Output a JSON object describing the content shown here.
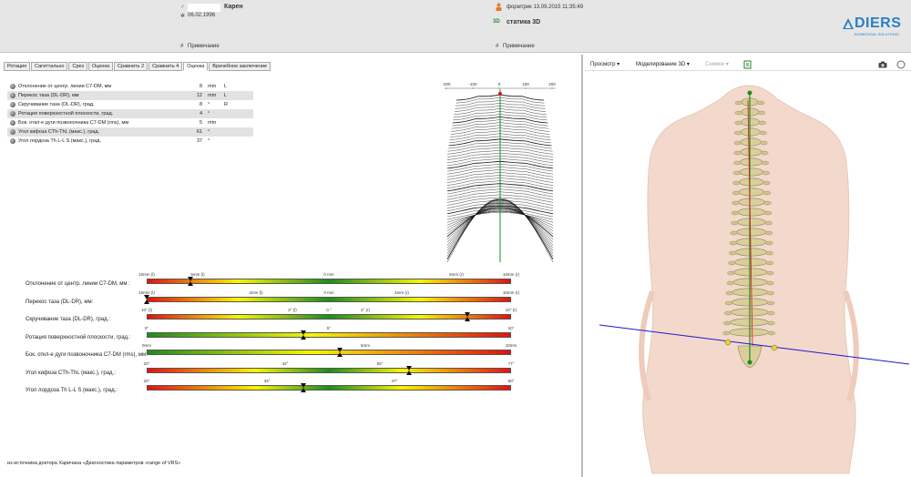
{
  "header": {
    "gender_symbol": "♂",
    "patient_name": "Карен",
    "birth_symbol": "✲",
    "birth_date": "06.02.1996",
    "note_icon": "#",
    "note_left": "Примечание",
    "form_icon": "person-icon",
    "form_label": "формтрик 13.09.2015 11:35:49",
    "static_icon": "3D",
    "static_label": "статика 3D",
    "note_right": "Примечание",
    "logo_text": "DIERS",
    "logo_sub": "BIOMEDICAL SOLUTIONS"
  },
  "tabs": [
    "Ротация",
    "Сагиттально",
    "Срез",
    "Оценка",
    "Сравнить 2",
    "Сравнить 4",
    "Оценка",
    "Врачебное заключение"
  ],
  "active_tab": 6,
  "params": [
    {
      "label": "Отклонение от центр. линии C7-DM, мм",
      "value": "8",
      "unit": "mm",
      "extra": "L"
    },
    {
      "label": "Перекос таза (DL-DR), мм",
      "value": "12",
      "unit": "mm",
      "extra": "L"
    },
    {
      "label": "Скручивание таза (DL-DR), град.",
      "value": "8",
      "unit": "°",
      "extra": "R"
    },
    {
      "label": "Ротация поверхностной плоскости, град.",
      "value": "4",
      "unit": "°",
      "extra": ""
    },
    {
      "label": "Бок. откл-е дуги позвоночника C7-DM (rms), мм",
      "value": "5",
      "unit": "mm",
      "extra": ""
    },
    {
      "label": "Угол кифоза CTh-ThL (макс.), град.",
      "value": "61",
      "unit": "°",
      "extra": ""
    },
    {
      "label": "Угол лордоза Th L-L S (макс.), град.",
      "value": "37",
      "unit": "°",
      "extra": ""
    }
  ],
  "contour_axis": [
    "-200",
    "-100",
    "0",
    "100",
    "200"
  ],
  "scales": [
    {
      "label": "Отклонение от центр. линии C7-DM, мм :",
      "type": "sym",
      "ticks": [
        {
          "t": "10mm (l)",
          "p": 0
        },
        {
          "t": "5mm (l)",
          "p": 0.14
        },
        {
          "t": "0 mm",
          "p": 0.5
        },
        {
          "t": "5mm (r)",
          "p": 0.85
        },
        {
          "t": "10mm (r)",
          "p": 1
        }
      ],
      "marker": 0.12
    },
    {
      "label": "Перекос таза (DL-DR), мм:",
      "type": "sym",
      "ticks": [
        {
          "t": "10mm (l)",
          "p": 0
        },
        {
          "t": "4mm (l)",
          "p": 0.3
        },
        {
          "t": "0 mm",
          "p": 0.5
        },
        {
          "t": "4mm (r)",
          "p": 0.7
        },
        {
          "t": "10mm (r)",
          "p": 1
        }
      ],
      "marker": 0.0
    },
    {
      "label": "Скручивание таза (DL-DR), град.:",
      "type": "sym",
      "ticks": [
        {
          "t": "10° (l)",
          "p": 0
        },
        {
          "t": "2° (l)",
          "p": 0.4
        },
        {
          "t": "0 °",
          "p": 0.5
        },
        {
          "t": "2° (r)",
          "p": 0.6
        },
        {
          "t": "10° (r)",
          "p": 1
        }
      ],
      "marker": 0.88
    },
    {
      "label": "Ротация поверхностной плоскости, град.:",
      "type": "asc",
      "ticks": [
        {
          "t": "0°",
          "p": 0
        },
        {
          "t": "5°",
          "p": 0.5
        },
        {
          "t": "10°",
          "p": 1
        }
      ],
      "marker": 0.43
    },
    {
      "label": "Бок. откл-е дуги позвоночника  C7-DM (rms), мм:",
      "type": "asc",
      "ticks": [
        {
          "t": "0mm",
          "p": 0
        },
        {
          "t": "6mm",
          "p": 0.6
        },
        {
          "t": "10mm",
          "p": 1
        }
      ],
      "marker": 0.53
    },
    {
      "label": "Угол кифоза CTh-ThL (макс.), град.:",
      "type": "mid",
      "ticks": [
        {
          "t": "20°",
          "p": 0
        },
        {
          "t": "42°",
          "p": 0.38
        },
        {
          "t": "55°",
          "p": 0.64
        },
        {
          "t": "77°",
          "p": 1
        }
      ],
      "marker": 0.72
    },
    {
      "label": "Угол лордоза Th L-L S (макс.), град.:",
      "type": "mid",
      "ticks": [
        {
          "t": "20°",
          "p": 0
        },
        {
          "t": "33°",
          "p": 0.33
        },
        {
          "t": "47°",
          "p": 0.68
        },
        {
          "t": "60°",
          "p": 1
        }
      ],
      "marker": 0.43
    }
  ],
  "source_text": "из источника доктора Харичана «Диагностика параметров «range of VRS»",
  "toolbar": {
    "view": "Просмотр ▾",
    "model": "Моделирование 3D ▾",
    "snapshots": "Снимки ▾",
    "export_icon": "export-icon",
    "camera_icon": "camera-icon",
    "circle_icon": "circle-icon"
  },
  "colors": {
    "green": "#1e8c1e",
    "yellow": "#f6f600",
    "red": "#e51010",
    "skin": "#f3d9cc",
    "spine": "#d9cf9a",
    "plane": "#1a1acf"
  }
}
